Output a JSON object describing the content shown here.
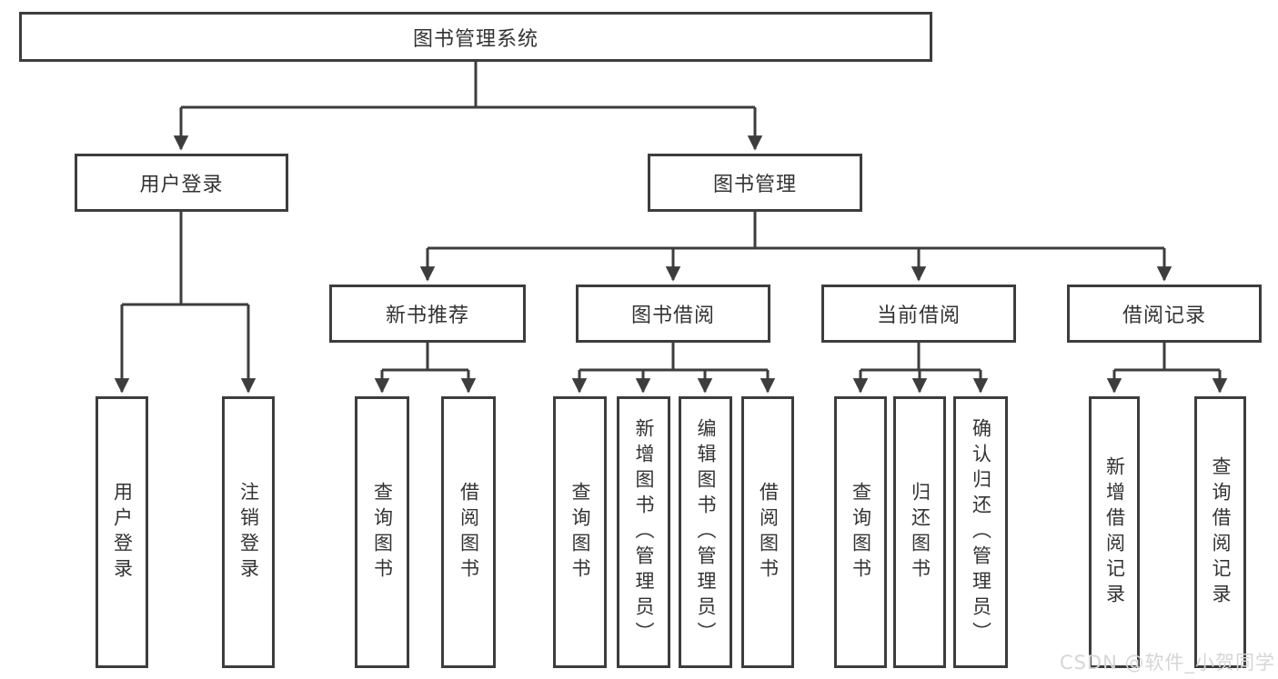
{
  "tree": {
    "root": {
      "label": "图书管理系统"
    },
    "branches": [
      {
        "label": "用户登录",
        "children": [
          {
            "label": "用户登录"
          },
          {
            "label": "注销登录"
          }
        ]
      },
      {
        "label": "图书管理",
        "children": [
          {
            "label": "新书推荐",
            "children": [
              {
                "label": "查询图书"
              },
              {
                "label": "借阅图书"
              }
            ]
          },
          {
            "label": "图书借阅",
            "children": [
              {
                "label": "查询图书"
              },
              {
                "label": "新增图书（管理员）"
              },
              {
                "label": "编辑图书（管理员）"
              },
              {
                "label": "借阅图书"
              }
            ]
          },
          {
            "label": "当前借阅",
            "children": [
              {
                "label": "查询图书"
              },
              {
                "label": "归还图书"
              },
              {
                "label": "确认归还（管理员）"
              }
            ]
          },
          {
            "label": "借阅记录",
            "children": [
              {
                "label": "新增借阅记录"
              },
              {
                "label": "查询借阅记录"
              }
            ]
          }
        ]
      }
    ]
  },
  "watermark": {
    "text": "CSDN @软件_小贺同学"
  },
  "colors": {
    "line": "#3d3d3d",
    "border": "#3d3d3d",
    "text": "#333333",
    "background": "#ffffff",
    "watermark": "#d6d6d6"
  }
}
